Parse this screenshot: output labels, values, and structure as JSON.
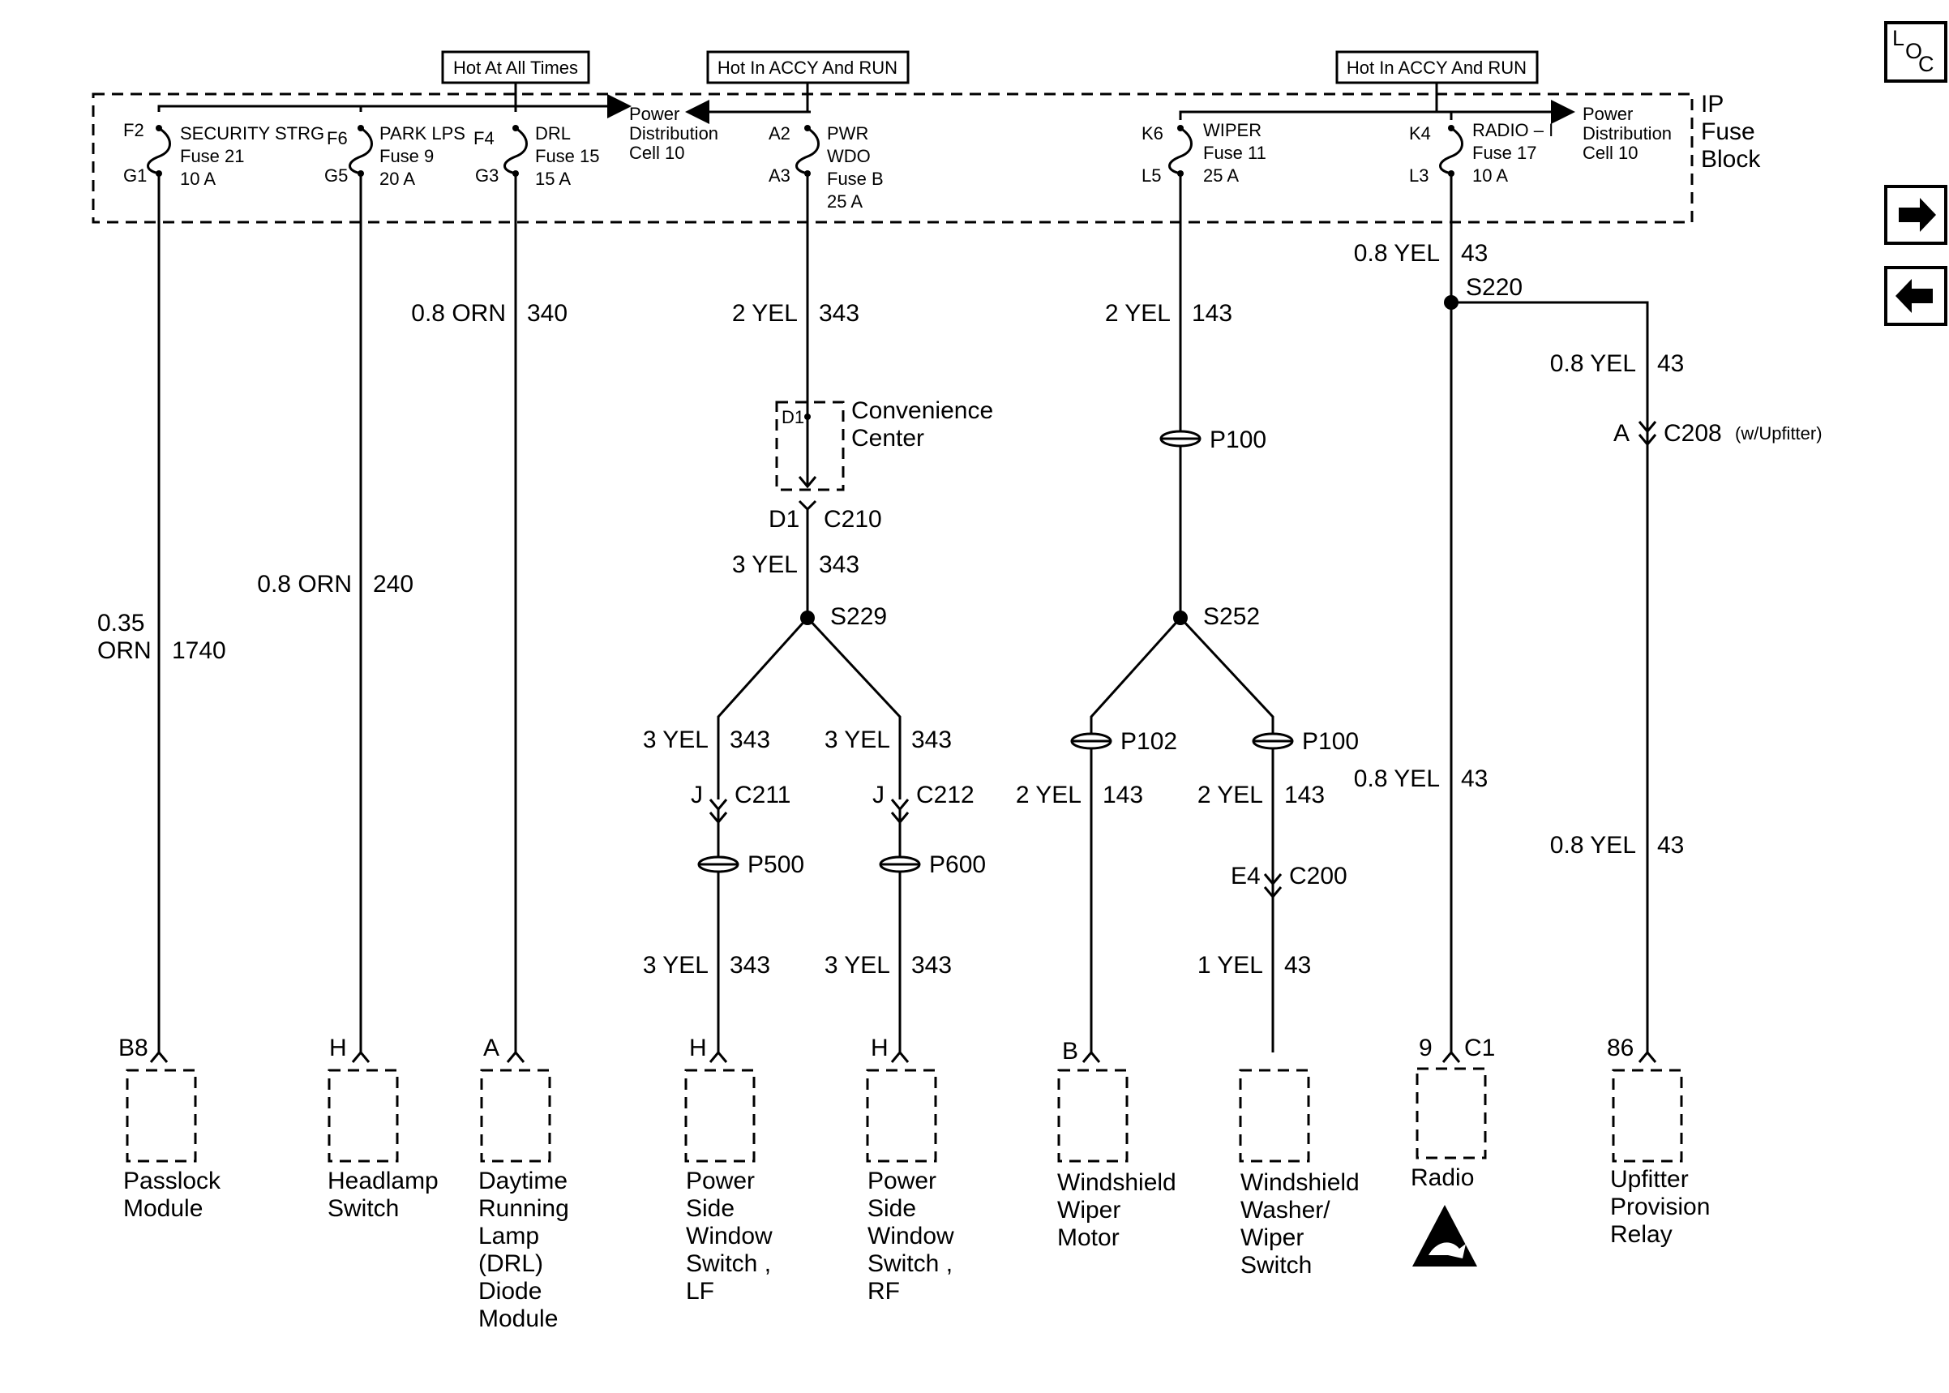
{
  "hot_labels": {
    "hot_at_all_times": "Hot At All Times",
    "hot_accy_run_1": "Hot In ACCY And RUN",
    "hot_accy_run_2": "Hot In ACCY And RUN"
  },
  "fuse_block": {
    "title_line1": "IP",
    "title_line2": "Fuse",
    "title_line3": "Block",
    "pdc_left": [
      "Power",
      "Distribution",
      "Cell 10"
    ],
    "pdc_right": [
      "Power",
      "Distribution",
      "Cell 10"
    ],
    "fuses": [
      {
        "in_pin": "F2",
        "out_pin": "G1",
        "name": "SECURITY STRG",
        "fuse": "Fuse 21",
        "amps": "10 A"
      },
      {
        "in_pin": "F6",
        "out_pin": "G5",
        "name": "PARK LPS",
        "fuse": "Fuse 9",
        "amps": "20 A"
      },
      {
        "in_pin": "F4",
        "out_pin": "G3",
        "name": "DRL",
        "fuse": "Fuse 15",
        "amps": "15 A"
      },
      {
        "in_pin": "A2",
        "out_pin": "A3",
        "name": "PWR",
        "name2": "WDO",
        "fuse": "Fuse B",
        "amps": "25 A"
      },
      {
        "in_pin": "K6",
        "out_pin": "L5",
        "name": "WIPER",
        "fuse": "Fuse 11",
        "amps": "25 A"
      },
      {
        "in_pin": "K4",
        "out_pin": "L3",
        "name": "RADIO – I",
        "fuse": "Fuse 17",
        "amps": "10 A"
      }
    ]
  },
  "wires": {
    "w1740_size": "0.35",
    "w1740_color": "ORN",
    "w1740_circuit": "1740",
    "w240_label": "0.8 ORN",
    "w240_circuit": "240",
    "w340_label": "0.8 ORN",
    "w340_circuit": "340",
    "w343_top_label": "2 YEL",
    "w343_top_circuit": "343",
    "w343_mid_label": "3 YEL",
    "w343_mid_circuit": "343",
    "w343_lf_label": "3 YEL",
    "w343_lf_circuit": "343",
    "w343_rf_label": "3 YEL",
    "w343_rf_circuit": "343",
    "w343_lf_bot_label": "3 YEL",
    "w343_lf_bot_circuit": "343",
    "w343_rf_bot_label": "3 YEL",
    "w343_rf_bot_circuit": "343",
    "w143_top_label": "2 YEL",
    "w143_top_circuit": "143",
    "w143_motor_label": "2 YEL",
    "w143_motor_circuit": "143",
    "w143_switch_label": "2 YEL",
    "w143_switch_circuit": "143",
    "w43_switch_label": "1 YEL",
    "w43_switch_circuit": "43",
    "w43_top_label": "0.8 YEL",
    "w43_top_circuit": "43",
    "w43_radio_label": "0.8 YEL",
    "w43_radio_circuit": "43",
    "w43_relay_label1": "0.8 YEL",
    "w43_relay_circuit1": "43",
    "w43_relay_label2": "0.8 YEL",
    "w43_relay_circuit2": "43"
  },
  "connectors": {
    "conv_center_line1": "Convenience",
    "conv_center_line2": "Center",
    "conv_pin": "D1",
    "c210_pin": "D1",
    "c210": "C210",
    "c211_pin": "J",
    "c211": "C211",
    "c212_pin": "J",
    "c212": "C212",
    "c200_pin": "E4",
    "c200": "C200",
    "c208_pin": "A",
    "c208": "C208",
    "c208_note": "(w/Upfitter)",
    "p100_a": "P100",
    "p100_b": "P100",
    "p102": "P102",
    "p500": "P500",
    "p600": "P600",
    "s229": "S229",
    "s252": "S252",
    "s220": "S220"
  },
  "components": [
    {
      "pin": "B8",
      "lines": [
        "Passlock",
        "Module"
      ]
    },
    {
      "pin": "H",
      "lines": [
        "Headlamp",
        "Switch"
      ]
    },
    {
      "pin": "A",
      "lines": [
        "Daytime",
        "Running",
        "Lamp",
        "(DRL)",
        "Diode",
        "Module"
      ]
    },
    {
      "pin": "H",
      "lines": [
        "Power",
        "Side",
        "Window",
        "Switch ,",
        "LF"
      ]
    },
    {
      "pin": "H",
      "lines": [
        "Power",
        "Side",
        "Window",
        "Switch ,",
        "RF"
      ]
    },
    {
      "pin": "B",
      "lines": [
        "Windshield",
        "Wiper",
        "Motor"
      ]
    },
    {
      "pin": "",
      "lines": [
        "Windshield",
        "Washer/",
        "Wiper",
        "Switch"
      ]
    },
    {
      "pin": "9",
      "pin2": "C1",
      "lines": [
        "Radio"
      ]
    },
    {
      "pin": "86",
      "lines": [
        "Upfitter",
        "Provision",
        "Relay"
      ]
    }
  ],
  "nav": {
    "loc_l": "L",
    "loc_o": "O",
    "loc_c": "C",
    "next_icon": "arrow-right-icon",
    "prev_icon": "arrow-left-icon"
  }
}
